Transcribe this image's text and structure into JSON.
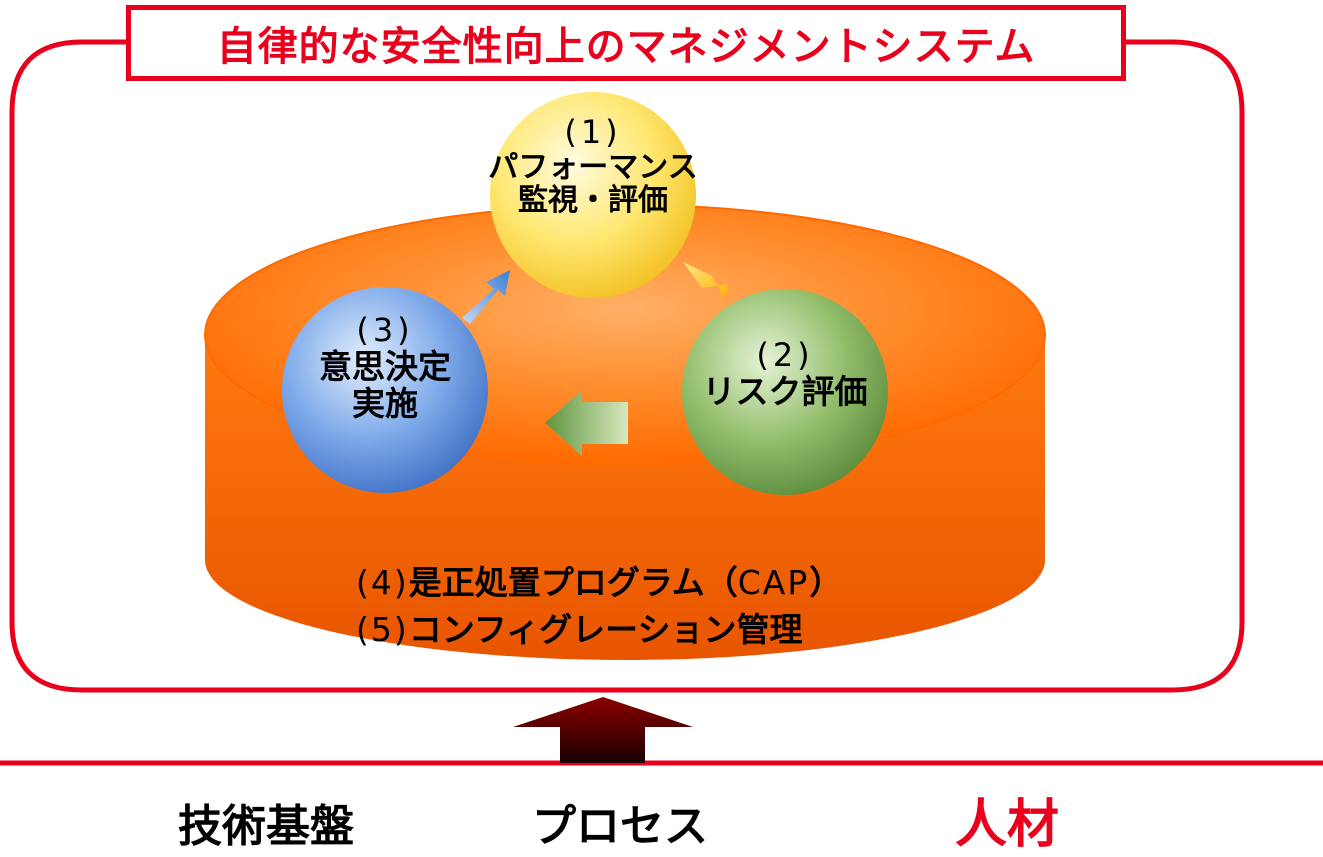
{
  "title": "自律的な安全性向上のマネジメントシステム",
  "nodes": {
    "n1": {
      "num": "(1)",
      "line1": "パフォーマンス",
      "line2": "監視・評価"
    },
    "n2": {
      "num": "(2)",
      "line1": "リスク評価"
    },
    "n3": {
      "num": "(3)",
      "line1": "意思決定",
      "line2": "実施"
    }
  },
  "base": {
    "item4": {
      "num": "(4)",
      "text": "是正処置プログラム（",
      "abbr": "CAP",
      "close": "）"
    },
    "item5": {
      "num": "(5)",
      "text": "コンフィグレーション管理"
    }
  },
  "foundation": {
    "left": "技術基盤",
    "center": "プロセス",
    "right": "人材"
  },
  "colors": {
    "frame": "#e8001c",
    "platform": "#ff6a00",
    "node1": "#ffe45c",
    "node2": "#7aa85a",
    "node3": "#5b8fd6",
    "arrow_up": "#8b0000",
    "highlight_text": "#e8001c"
  }
}
